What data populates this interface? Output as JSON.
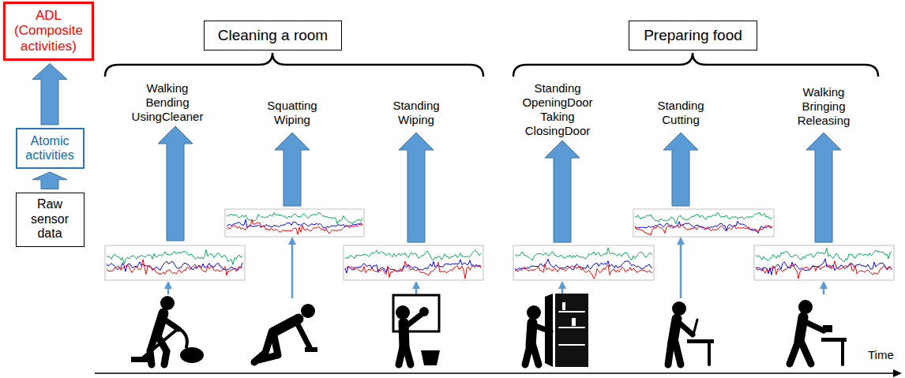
{
  "diagram": {
    "nodes": [
      {
        "text": [
          "ADL (Composite activities)"
        ]
      },
      {
        "text": [
          "Cleaning a room"
        ]
      },
      {
        "text": [
          "Preparing food"
        ]
      },
      {
        "text": [
          "Atomic activities"
        ]
      },
      {
        "text": [
          "Raw sensor data"
        ]
      }
    ],
    "edges": [
      {
        "from": 3,
        "to": 0,
        "arrow": "to"
      },
      {
        "from": 4,
        "to": 3,
        "arrow": "to"
      }
    ],
    "labels": [
      "Walking Bending UsingCleaner",
      "Squatting Wiping",
      "Standing Wiping",
      "Standing OpeningDoor Taking ClosingDoor",
      "Standing Cutting",
      "Walking Bringing Releasing",
      "Time"
    ]
  }
}
